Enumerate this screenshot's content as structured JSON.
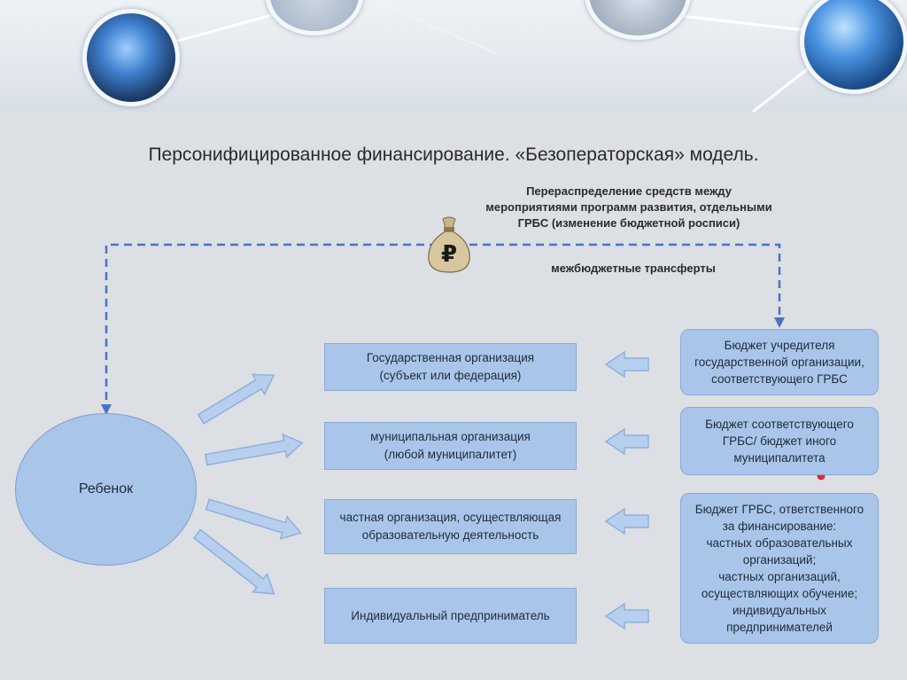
{
  "title": "Персонифицированное финансирование. «Безоператорская» модель.",
  "redistribution_note": {
    "line1": "Перераспределение средств между",
    "line2": "мероприятиями программ развития, отдельными",
    "line3": "ГРБС (изменение бюджетной росписи)"
  },
  "transfers_label": "межбюджетные трансферты",
  "money_bag_symbol": "₽",
  "child_label": "Ребенок",
  "organizations": [
    {
      "line1": "Государственная организация",
      "line2": "(субъект или федерация)"
    },
    {
      "line1": "муниципальная организация",
      "line2": "(любой муниципалитет)"
    },
    {
      "line1": "частная организация, осуществляющая",
      "line2": "образовательную деятельность"
    },
    {
      "line1": "Индивидуальный предприниматель",
      "line2": ""
    }
  ],
  "budgets": [
    {
      "lines": [
        "Бюджет учредителя",
        "государственной организации,",
        "соответствующего ГРБС"
      ]
    },
    {
      "lines": [
        "Бюджет соответствующего",
        "ГРБС/ бюджет иного",
        "муниципалитета"
      ]
    },
    {
      "lines": [
        "Бюджет ГРБС, ответственного",
        "за финансирование:",
        "частных образовательных",
        "организаций;",
        "частных организаций,",
        "осуществляющих обучение;",
        "индивидуальных",
        "предпринимателей"
      ]
    }
  ],
  "colors": {
    "box_fill": "#a9c6ea",
    "arrow_fill": "#b7cfee",
    "dashed_line": "#4a72c4",
    "red_dot": "#e02a3a"
  }
}
